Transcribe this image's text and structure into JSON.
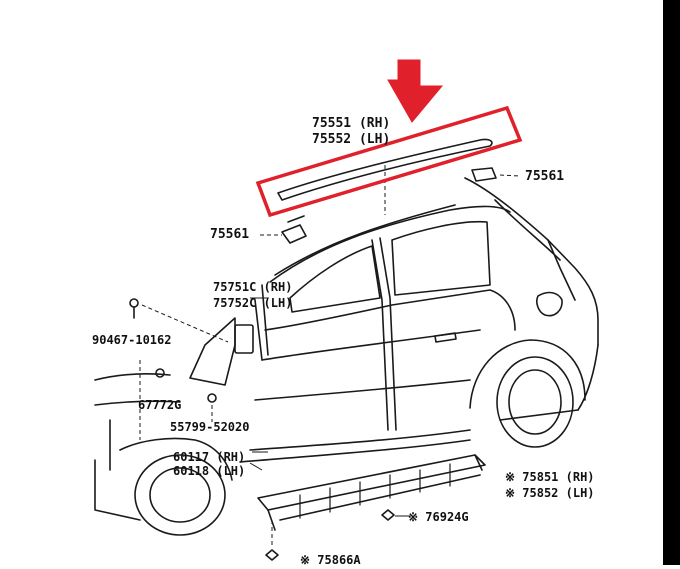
{
  "labels": {
    "roof_molding_rh": "75551 (RH)",
    "roof_molding_lh": "75552 (LH)",
    "clip_rear": "75561",
    "clip_front": "75561",
    "pillar_rh": "75751C (RH)",
    "pillar_lh": "75752C (LH)",
    "bolt": "90467-10162",
    "fastener": "67772G",
    "clip_small": "55799-52020",
    "door_rh": "60117 (RH)",
    "door_lh": "60118 (LH)",
    "rocker_rh": "※ 75851 (RH)",
    "rocker_lh": "※ 75852 (LH)",
    "clip_rocker": "※ 76924G",
    "clip_bottom": "※ 75866A"
  },
  "colors": {
    "highlight": "#e0202a",
    "ink": "#1a1a1a"
  }
}
